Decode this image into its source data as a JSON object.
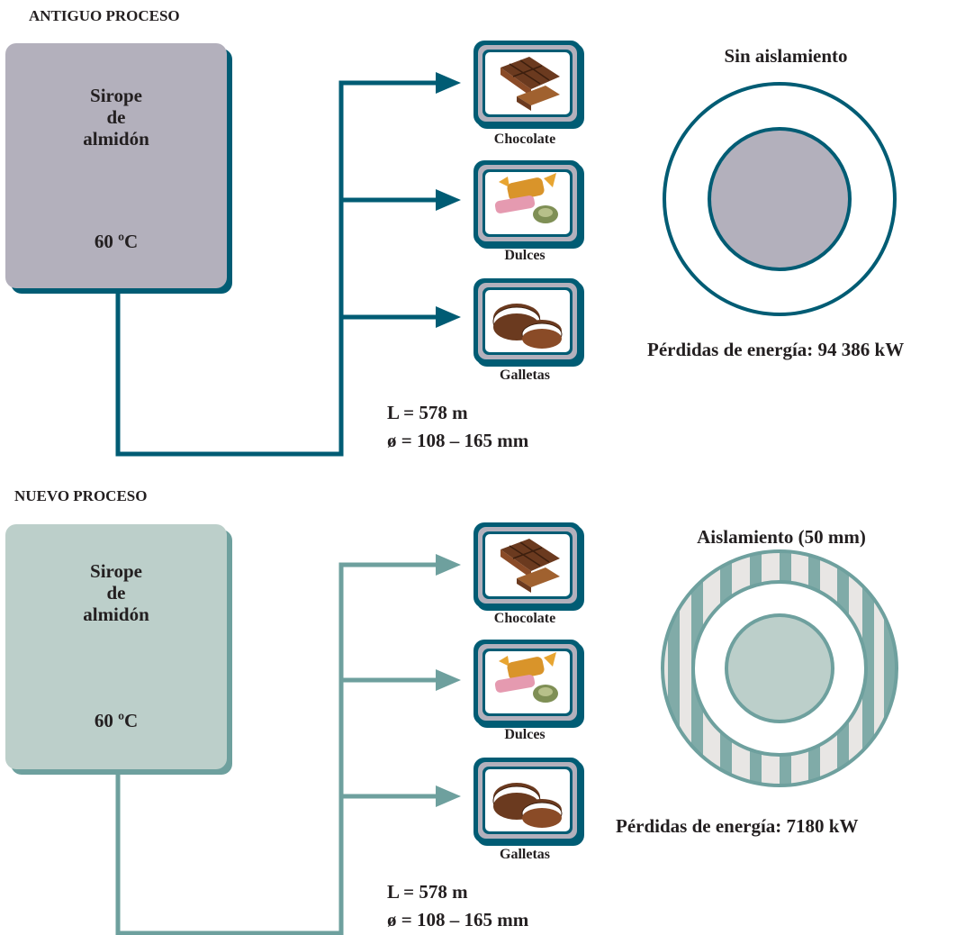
{
  "colors": {
    "old_accent": "#005c74",
    "old_tank": "#b3b0bc",
    "new_accent": "#6ea09e",
    "new_tank": "#bccfca",
    "insulation_light": "#e8e6e4"
  },
  "old_process": {
    "label": "ANTIGUO PROCESO",
    "tank": {
      "line1": "Sirope",
      "line2": "de",
      "line3": "almidón",
      "temperature": "60 ºC"
    },
    "products": [
      {
        "label": "Chocolate",
        "icon": "chocolate-bar-icon"
      },
      {
        "label": "Dulces",
        "icon": "wrapped-candy-icon"
      },
      {
        "label": "Galletas",
        "icon": "cookie-icon"
      }
    ],
    "pipe": {
      "length": "L = 578 m",
      "diameter": "ø = 108 – 165 mm"
    },
    "cross_section": {
      "title": "Sin aislamiento",
      "energy_loss": "Pérdidas de energía: 94 386 kW"
    }
  },
  "new_process": {
    "label": "NUEVO PROCESO",
    "tank": {
      "line1": "Sirope",
      "line2": "de",
      "line3": "almidón",
      "temperature": "60 ºC"
    },
    "products": [
      {
        "label": "Chocolate",
        "icon": "chocolate-bar-icon"
      },
      {
        "label": "Dulces",
        "icon": "wrapped-candy-icon"
      },
      {
        "label": "Galletas",
        "icon": "cookie-icon"
      }
    ],
    "pipe": {
      "length": "L = 578 m",
      "diameter": "ø = 108 – 165 mm"
    },
    "cross_section": {
      "title": "Aislamiento (50 mm)",
      "energy_loss": "Pérdidas de energía: 7180 kW"
    }
  }
}
